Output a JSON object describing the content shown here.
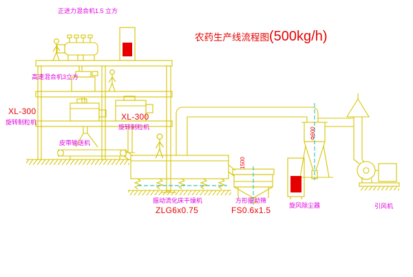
{
  "colors": {
    "background": "#ffffff",
    "line": "#d6c400",
    "red": "#e60000",
    "magenta": "#dd00dd",
    "cyan": "#00b4b4"
  },
  "title": {
    "part1": "农药生产线流程图",
    "part2": "(500kg/h)"
  },
  "labels": {
    "plow_mixer": "正进力混合机1.5 立方",
    "high_speed_mixer": "高速混合机3立方",
    "granulator_left_model": "XL-300",
    "granulator_left_name": "旋转制粒机",
    "granulator_center_model": "XL-300",
    "granulator_center_name": "旋转制粒机",
    "belt_conveyor": "皮带输送机",
    "dryer_name": "振动流化床干燥机",
    "dryer_model": "ZLG6x0.75",
    "screen_name": "方形振动筛",
    "screen_model": "FS0.6x1.5",
    "cyclone": "旋风除尘器",
    "fan": "引风机",
    "dim_screen": "1500",
    "dim_cyclone": "Φ600"
  }
}
